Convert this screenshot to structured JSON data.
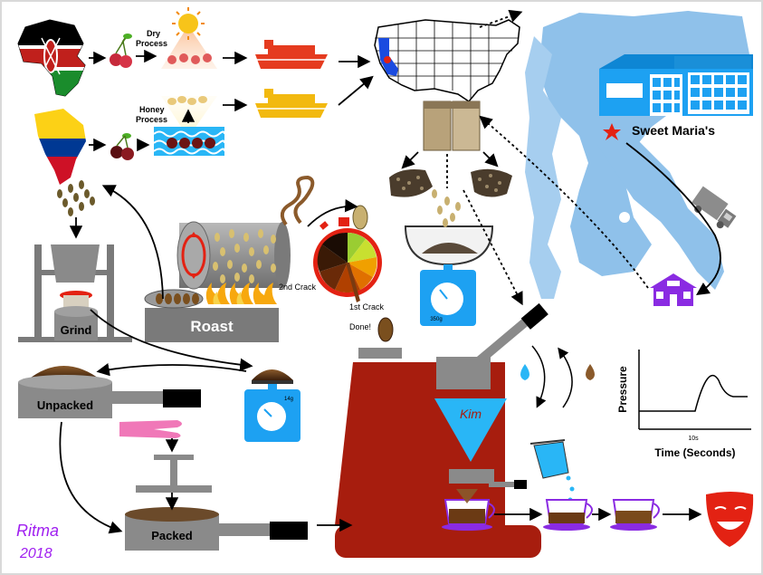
{
  "labels": {
    "dry_process_line1": "Dry",
    "dry_process_line2": "Process",
    "honey_process_line1": "Honey",
    "honey_process_line2": "Process",
    "sweet_marias": "Sweet Maria's",
    "roast": "Roast",
    "second_crack": "2nd Crack",
    "first_crack": "1st Crack",
    "done": "Done!",
    "grind": "Grind",
    "unpacked": "Unpacked",
    "packed": "Packed",
    "scale_weight_beans": "350g",
    "scale_weight_grounds": "14g",
    "pressure_axis": "Pressure",
    "time_axis": "Time (Seconds)",
    "time_tick": "10s",
    "machine_brand": "Kim",
    "signature_name": "Ritma",
    "signature_year": "2018"
  },
  "colors": {
    "water": "#3b9ae0",
    "bay": "#8fc1ea",
    "machine_red": "#a71d0e",
    "shipping_red": "#e53b1f",
    "shipping_yellow": "#f2b90f",
    "scale_blue": "#1da1f2",
    "purple": "#8a2be2",
    "theater_red": "#e32213"
  },
  "icons": [
    "kenya-africa-icon",
    "colombia-south-america-icon",
    "coffee-cherry-icon",
    "sun-icon",
    "cargo-ship-red-icon",
    "cargo-ship-yellow-icon",
    "usa-map-icon",
    "warehouse-icon",
    "delivery-truck-icon",
    "house-icon",
    "burlap-sack-icon",
    "roaster-drum-icon",
    "stopwatch-icon",
    "scale-icon",
    "grinder-icon",
    "tamper-icon",
    "portafilter-icon",
    "espresso-machine-icon",
    "milk-pitcher-icon",
    "coffee-cup-icon",
    "theater-mask-icon"
  ]
}
